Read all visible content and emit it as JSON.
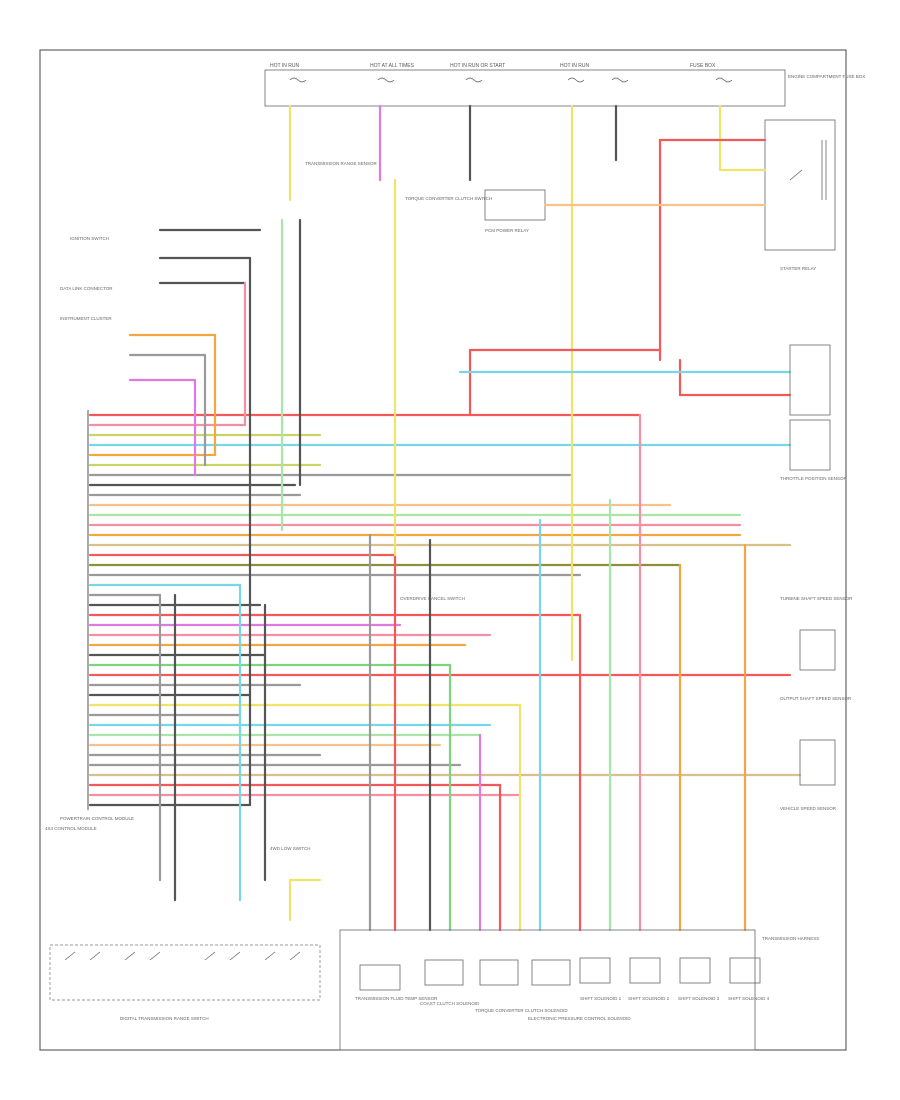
{
  "diagram": {
    "footer_code": "",
    "wire_colors": {
      "red": "#f25a5a",
      "pink": "#f58fa6",
      "orange": "#f5a644",
      "yellow": "#f0e36a",
      "yellowgreen": "#c9d466",
      "olive": "#8f8f3a",
      "green": "#7dd47d",
      "lightblue": "#77d6e8",
      "gray": "#9a9a9a",
      "darkgray": "#555555",
      "magenta": "#e07ae0",
      "peach": "#f7c28a",
      "lightgreen": "#a8e6a8",
      "tan": "#d9c08a"
    },
    "labels": {
      "top_fuse_1": "HOT IN RUN",
      "top_fuse_2": "HOT AT ALL TIMES",
      "top_fuse_3": "HOT IN RUN OR START",
      "top_fuse_4": "HOT IN RUN",
      "ignition": "IGNITION SWITCH",
      "tr_sensor": "TRANSMISSION RANGE SENSOR",
      "tcc_switch": "TORQUE CONVERTER CLUTCH SWITCH",
      "pcm_relay": "PCM POWER RELAY",
      "engine_ctrl": "POWERTRAIN CONTROL MODULE",
      "instrument_cluster": "INSTRUMENT CLUSTER",
      "data_link": "DATA LINK CONNECTOR",
      "left_ground": "4X4 CONTROL MODULE",
      "trans_range_switch": "TRANSMISSION RANGE SENSOR",
      "right_top": "ENGINE COMPARTMENT FUSE BOX",
      "right_mid1": "THROTTLE POSITION SENSOR",
      "right_mid2": "TURBINE SHAFT SPEED SENSOR",
      "right_mid3": "OUTPUT SHAFT SPEED SENSOR",
      "right_bottom": "VEHICLE SPEED SENSOR",
      "trans_harness": "TRANSMISSION HARNESS",
      "bottom_left": "DIGITAL TRANSMISSION RANGE SWITCH",
      "sol_1": "TRANSMISSION FLUID TEMP SENSOR",
      "sol_2": "COAST CLUTCH SOLENOID",
      "sol_3": "TORQUE CONVERTER CLUTCH SOLENOID",
      "sol_4": "ELECTRONIC PRESSURE CONTROL SOLENOID",
      "sol_5": "SHIFT SOLENOID 1",
      "sol_6": "SHIFT SOLENOID 2",
      "sol_7": "SHIFT SOLENOID 3",
      "sol_8": "SHIFT SOLENOID 4",
      "mid_label": "OVERDRIVE CANCEL SWITCH",
      "left_note": "4WD LOW SWITCH",
      "fuse_box": "FUSE BOX",
      "starter_relay": "STARTER RELAY"
    }
  }
}
